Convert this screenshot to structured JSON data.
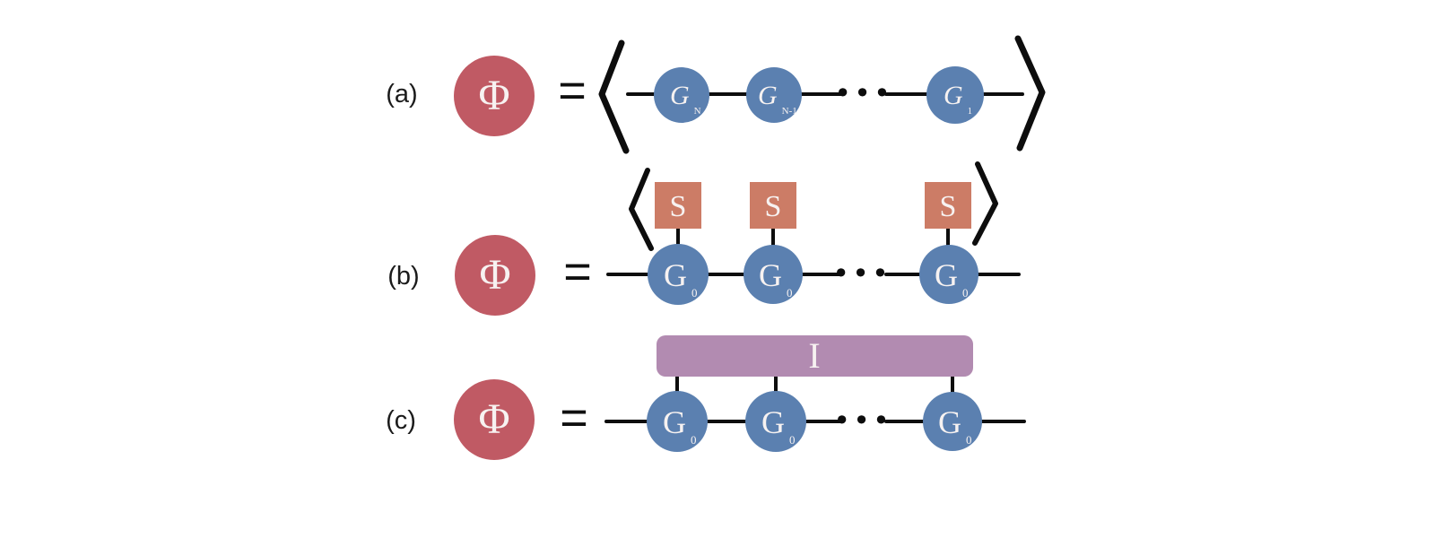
{
  "figure": {
    "background": "#ffffff",
    "colors": {
      "phi_node": "#c05a64",
      "gate_node": "#5b80b0",
      "s_block": "#cc7c66",
      "i_block": "#b28bb1",
      "wire": "#0d0d0d",
      "label_text": "#1b1b1b",
      "block_text": "#f7f2f1"
    },
    "rows": [
      {
        "label": "(a)",
        "phi": "Φ",
        "equals": "=",
        "bracket_left": "⟨",
        "bracket_right": "⟩",
        "dots": "•••",
        "nodes": [
          {
            "base": "G",
            "script": true,
            "sub": "N"
          },
          {
            "base": "G",
            "script": true,
            "sub": "N-1"
          },
          {
            "base": "G",
            "script": true,
            "sub": "1"
          }
        ]
      },
      {
        "label": "(b)",
        "phi": "Φ",
        "equals": "=",
        "bracket_left": "⟨",
        "bracket_right": "⟩",
        "dots": "•••",
        "s_blocks": [
          "S",
          "S",
          "S"
        ],
        "nodes": [
          {
            "base": "G",
            "sub": "0"
          },
          {
            "base": "G",
            "sub": "0"
          },
          {
            "base": "G",
            "sub": "0"
          }
        ]
      },
      {
        "label": "(c)",
        "phi": "Φ",
        "equals": "=",
        "i_block": "I",
        "dots": "•••",
        "nodes": [
          {
            "base": "G",
            "sub": "0"
          },
          {
            "base": "G",
            "sub": "0"
          },
          {
            "base": "G",
            "sub": "0"
          }
        ]
      }
    ]
  }
}
